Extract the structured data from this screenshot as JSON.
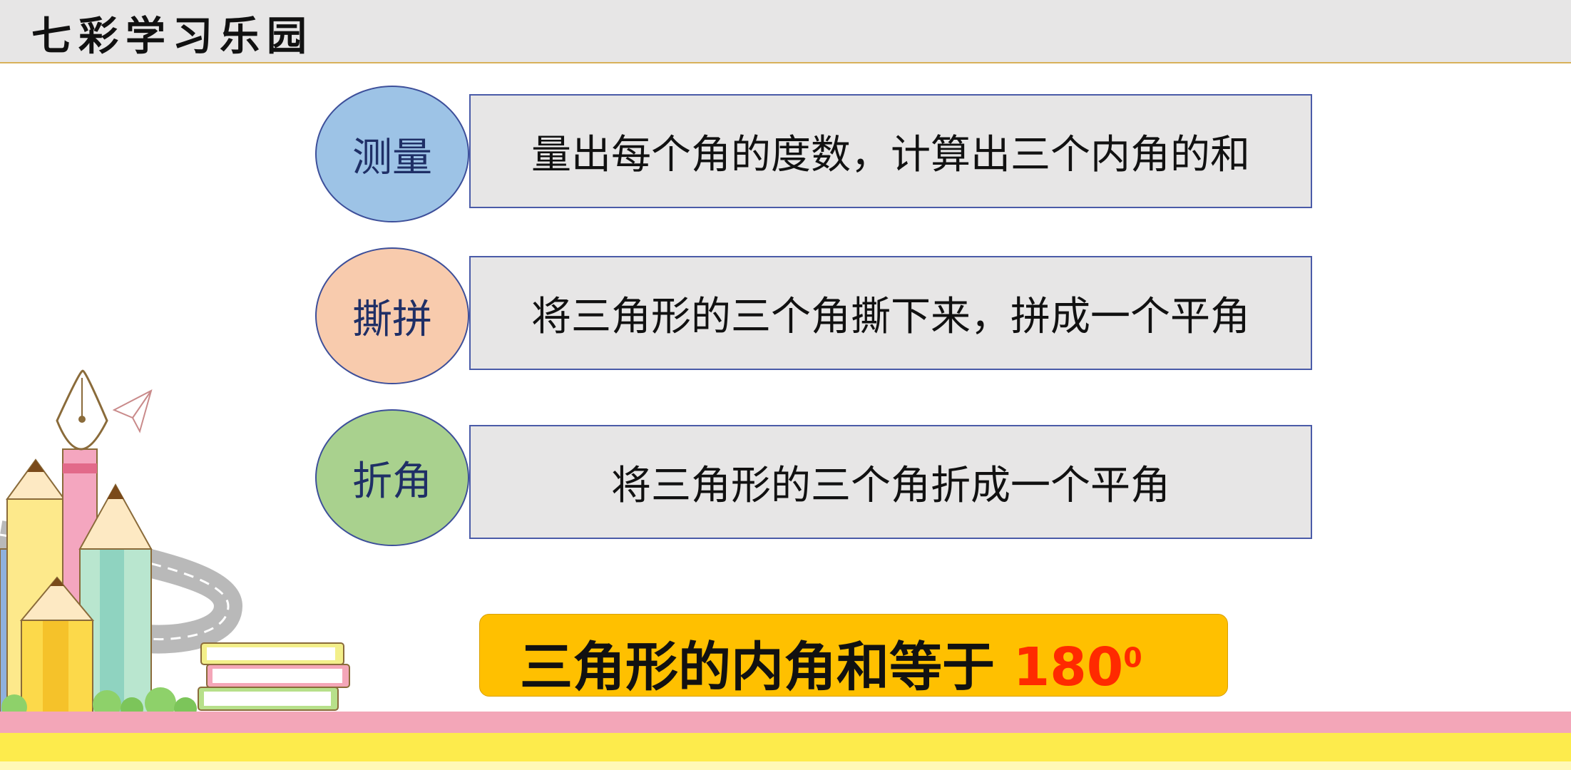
{
  "header": {
    "title": "七彩学习乐园"
  },
  "methods": [
    {
      "label": "测量",
      "description": "量出每个角的度数，计算出三个内角的和",
      "color": "#9dc3e6"
    },
    {
      "label": "撕拼",
      "description": "将三角形的三个角撕下来，拼成一个平角",
      "color": "#f8cbad"
    },
    {
      "label": "折角",
      "description": "将三角形的三个角折成一个平角",
      "color": "#a9d18e"
    }
  ],
  "conclusion": {
    "text": "三角形的内角和等于 ",
    "value": "180",
    "unit": "0"
  },
  "colors": {
    "header_bg": "#e7e6e6",
    "conclusion_bg": "#ffc000",
    "highlight": "#ff2a00",
    "band_pink": "#f3a6b8",
    "band_yellow": "#fdeb4c"
  },
  "decoration": {
    "icons": [
      "pencil-icon",
      "fountain-pen-icon",
      "paper-plane-icon",
      "books-icon",
      "road-icon",
      "bushes-icon"
    ]
  }
}
